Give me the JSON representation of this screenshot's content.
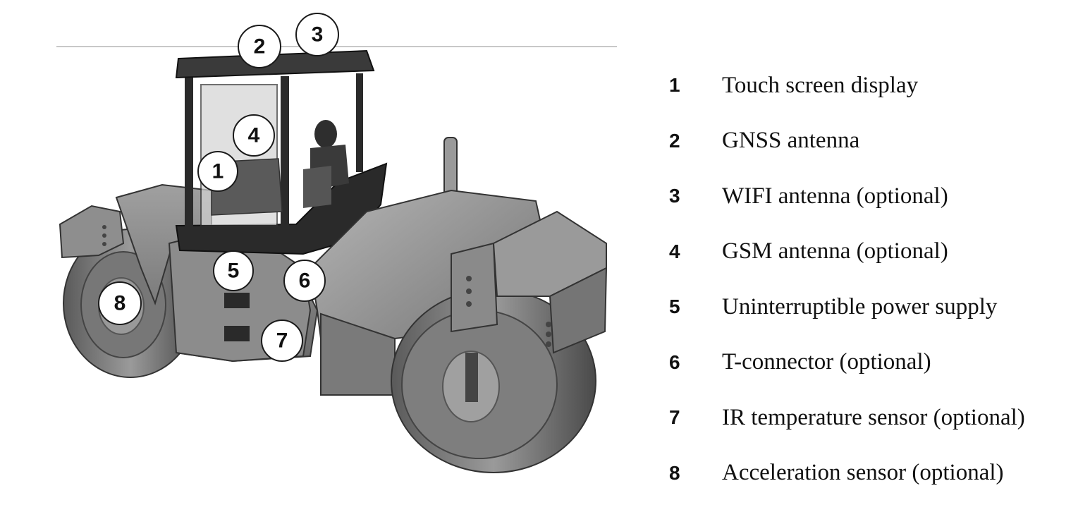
{
  "callouts": [
    {
      "number": "1",
      "label": "Touch screen display"
    },
    {
      "number": "2",
      "label": "GNSS antenna"
    },
    {
      "number": "3",
      "label": "WIFI antenna (optional)"
    },
    {
      "number": "4",
      "label": "GSM antenna (optional)"
    },
    {
      "number": "5",
      "label": "Uninterruptible power supply"
    },
    {
      "number": "6",
      "label": "T-connector (optional)"
    },
    {
      "number": "7",
      "label": "IR temperature sensor (optional)"
    },
    {
      "number": "8",
      "label": "Acceleration sensor (optional)"
    }
  ],
  "colors": {
    "background": "#ffffff",
    "machine_body": "#8a8a8a",
    "machine_dark": "#2e2e2e",
    "callout_stroke": "#1a1a1a"
  }
}
